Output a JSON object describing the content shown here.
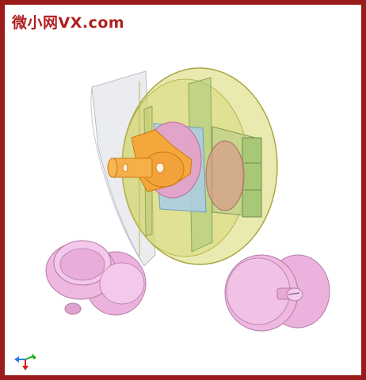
{
  "watermark": {
    "text": "微小网VX.com",
    "color": "#b01e1e"
  },
  "frame": {
    "border_color": "#9b1b1b"
  },
  "scene": {
    "description_parts": [
      "yellow-translucent-disc-housing",
      "grey-transparent-shell",
      "orange-crank-with-pin",
      "blue-slider-block",
      "pink-eccentric-cam",
      "green-guide-rails",
      "pink-cup-disc-part",
      "pink-double-disc-part-with-pin"
    ],
    "colors": {
      "housing": "#d8d870",
      "shell": "#d9dde2",
      "crank": "#f4a83c",
      "slider": "#a9cde6",
      "cam": "#e5a0c8",
      "rail": "#a8c878",
      "pink_part": "#eab2dc"
    }
  },
  "axis_triad": {
    "x_color": "#2a7be8",
    "y_color": "#d81e1e",
    "z_color": "#1aa81a"
  }
}
